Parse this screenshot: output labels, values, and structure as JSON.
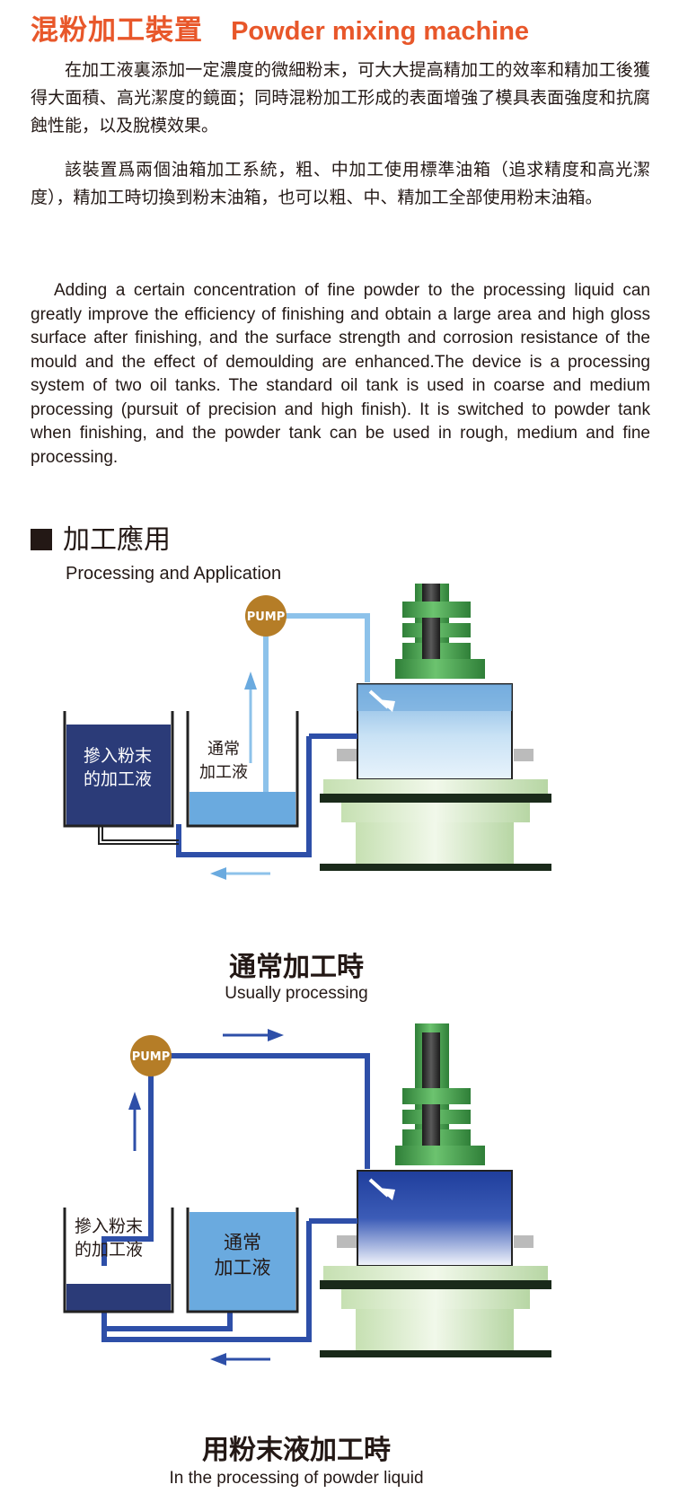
{
  "header": {
    "title_cn": "混粉加工裝置",
    "title_en": "Powder mixing machine"
  },
  "intro_cn": [
    "在加工液裏添加一定濃度的微細粉末，可大大提高精加工的效率和精加工後獲得大面積、高光潔度的鏡面；同時混粉加工形成的表面增強了模具表面強度和抗腐蝕性能，以及脫模效果。",
    "該裝置爲兩個油箱加工系統，粗、中加工使用標準油箱（追求精度和高光潔度），精加工時切換到粉末油箱，也可以粗、中、精加工全部使用粉末油箱。"
  ],
  "intro_en": "Adding a certain concentration of fine powder to the processing liquid can greatly improve the efficiency of finishing and obtain a large area and high gloss surface after finishing, and the surface strength and corrosion resistance of the mould and the effect of demoulding are enhanced.The device is a processing system of two oil tanks. The standard oil tank is used in coarse and medium processing (pursuit of precision and high finish). It is switched to powder tank when finishing, and the powder tank can be used in rough, medium and fine processing.",
  "section": {
    "title_cn": "加工應用",
    "title_en": "Processing and Application"
  },
  "diagrams": [
    {
      "pump_label": "PUMP",
      "powder_tank_label": [
        "摻入粉末",
        "的加工液"
      ],
      "normal_tank_label": [
        "通常",
        "加工液"
      ],
      "caption_cn": "通常加工時",
      "caption_en": "Usually processing"
    },
    {
      "pump_label": "PUMP",
      "powder_tank_label": [
        "摻入粉末",
        "的加工液"
      ],
      "normal_tank_label": [
        "通常",
        "加工液"
      ],
      "caption_cn": "用粉末液加工時",
      "caption_en": "In the processing of powder liquid"
    }
  ],
  "colors": {
    "accent": "#e8572a",
    "powder_liquid": "#2b3b78",
    "normal_liquid": "#6aaadf",
    "pipe_light": "#8dc2ea",
    "pipe_dark": "#2e4fa8",
    "pump": "#b57d27",
    "machine_green": "#3a9a44"
  }
}
